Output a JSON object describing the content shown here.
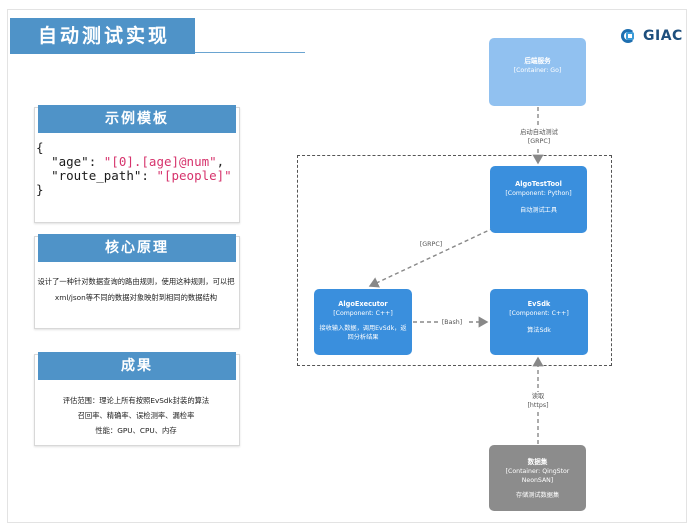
{
  "slide": {
    "title": "自动测试实现",
    "logo_text": "GIAC",
    "logo_icon": "giac-logo-icon"
  },
  "template_panel": {
    "heading": "示例模板",
    "code": {
      "open": "{",
      "line1_key": "\"age\"",
      "line1_sep": ": ",
      "line1_value": "\"[0].[age]@num\"",
      "line1_end": ",",
      "line2_key": "\"route_path\"",
      "line2_sep": ": ",
      "line2_value": "\"[people]\"",
      "close": "}"
    }
  },
  "principle_panel": {
    "heading": "核心原理",
    "text": "设计了一种针对数据查询的路由规则，使用这种规则，可以把xml/json等不同的数据对象映射到相同的数据结构"
  },
  "results_panel": {
    "heading": "成果",
    "lines": [
      "评估范围：理论上所有按照EvSdk封装的算法",
      "召回率、精确率、误检测率、漏检率",
      "性能：GPU、CPU、内存"
    ]
  },
  "diagram": {
    "nodes": {
      "backend": {
        "name": "后端服务",
        "type": "[Container: Go]",
        "desc": ""
      },
      "tool": {
        "name": "AlgoTestTool",
        "type": "[Component: Python]",
        "desc": "自动测试工具"
      },
      "executor": {
        "name": "AlgoExecutor",
        "type": "[Component: C++]",
        "desc": "接收输入数据，调用EvSdk，返回分析结果"
      },
      "sdk": {
        "name": "EvSdk",
        "type": "[Component: C++]",
        "desc": "算法Sdk"
      },
      "dataset": {
        "name": "数据集",
        "type": "[Container: QingStor NeonSAN]",
        "desc": "存储测试数据集"
      }
    },
    "edges": {
      "backend_tool": {
        "label": "启动自动测试",
        "tech": "[GRPC]"
      },
      "tool_executor": {
        "label": "",
        "tech": "[GRPC]"
      },
      "executor_sdk": {
        "label": "",
        "tech": "[Bash]"
      },
      "dataset_sdk": {
        "label": "读取",
        "tech": "[https]"
      }
    },
    "colors": {
      "container_light": "#91c1f0",
      "component": "#3a8fdd",
      "database": "#8c8c8c",
      "accent": "#4f93c8"
    }
  }
}
